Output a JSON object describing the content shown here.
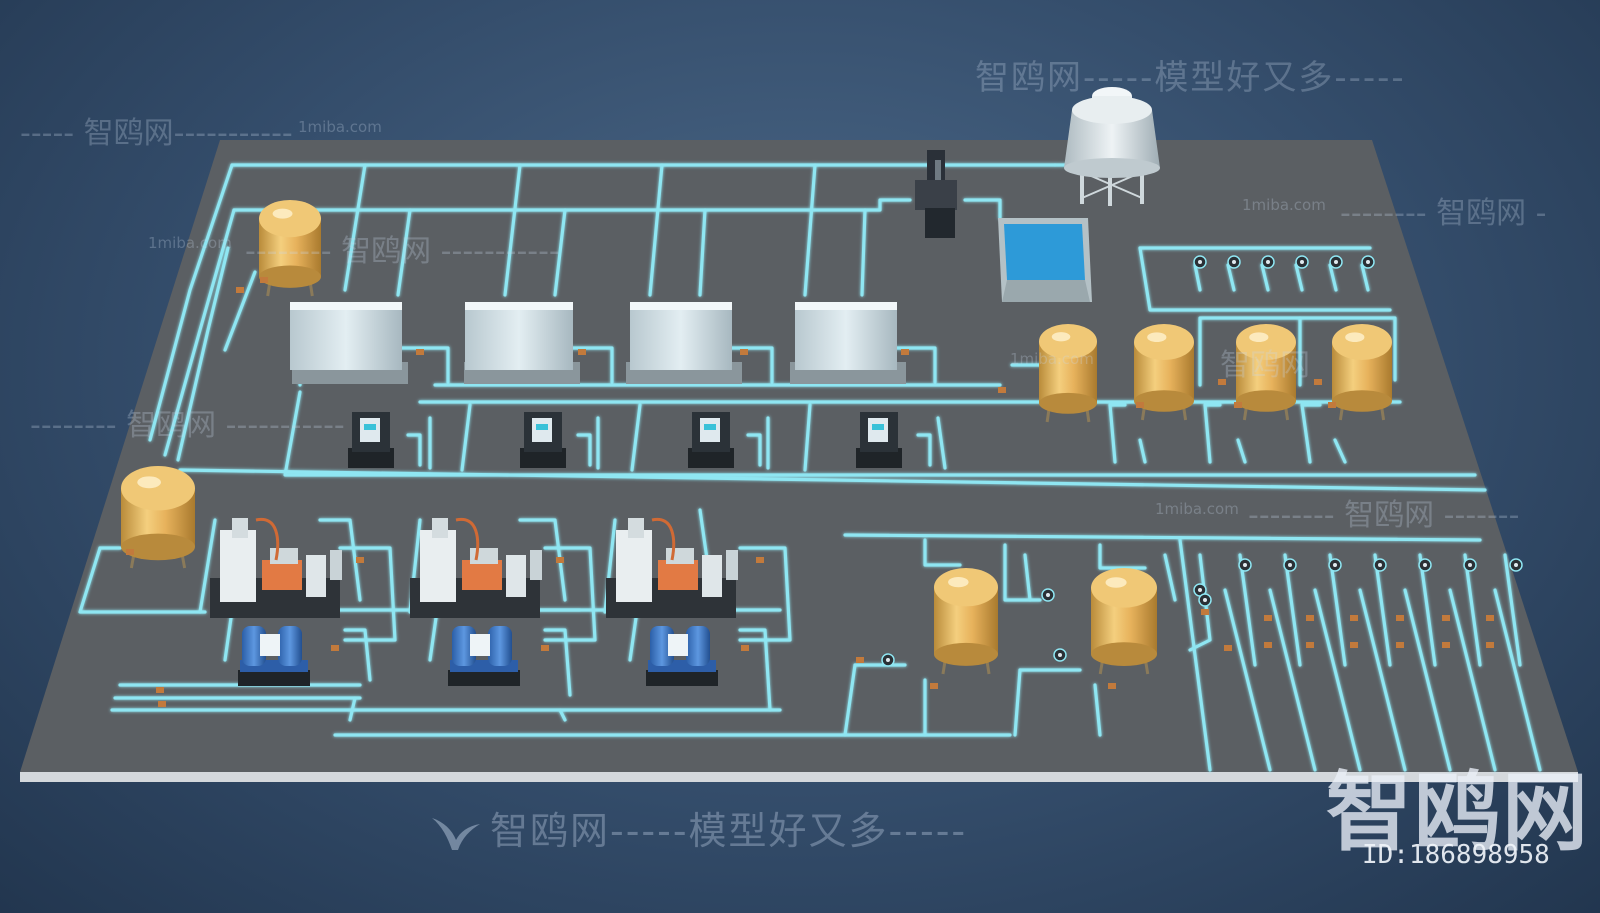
{
  "watermarks": {
    "top_main": "智鸥网-----模型好又多-----",
    "top_left": "----- 智鸥网-----------",
    "top_left_domain": "1miba.com",
    "left_upper_domain": "1miba.com",
    "left_upper": "-------- 智鸥网 -----------",
    "right_upper_domain": "1miba.com",
    "right_upper": "-------- 智鸥网 -",
    "mid_right_domain": "1miba.com",
    "mid_right_cn": "智鸥网",
    "mid_left": "-------- 智鸥网 -----------",
    "center_domain": "1miba.com",
    "center_right": "-------- 智鸥网 -------",
    "bottom_main": "智鸥网-----模型好又多-----",
    "logo": "智鸥网",
    "id_label": "ID:186898958"
  },
  "colors": {
    "platform": "#5b5f63",
    "pipe": "#8fe6f2",
    "tank": "#e3b25a",
    "cabinet": "#c9d8df",
    "dryer": "#3d79c9",
    "water": "#2d9ad8"
  },
  "icons": {
    "bird": "seagull-logo-icon"
  }
}
